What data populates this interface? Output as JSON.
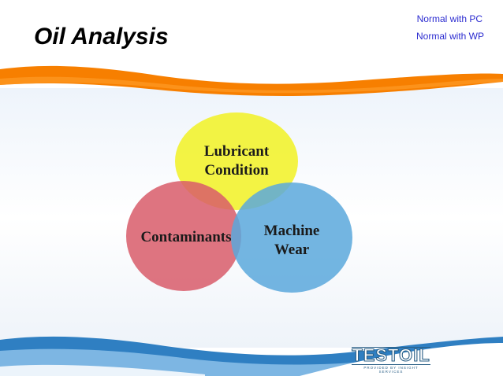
{
  "slide": {
    "title": "Oil Analysis",
    "notes": [
      "Normal with PC",
      "Normal with WP"
    ]
  },
  "venn": {
    "sets": [
      {
        "lines": [
          "Lubricant",
          "Condition"
        ],
        "color": "#f2f230"
      },
      {
        "lines": [
          "Contaminants"
        ],
        "color": "#d85c6a"
      },
      {
        "lines": [
          "Machine",
          "Wear"
        ],
        "color": "#5aa8dc"
      }
    ]
  },
  "logo": {
    "name": "TESTOIL",
    "tagline": "PROVIDED BY INSIGHT SERVICES"
  },
  "colors": {
    "accent_orange": "#f77f00",
    "accent_blue": "#2f7fc2",
    "note_text": "#2b2bd0",
    "logo_blue": "#2a5f86"
  }
}
